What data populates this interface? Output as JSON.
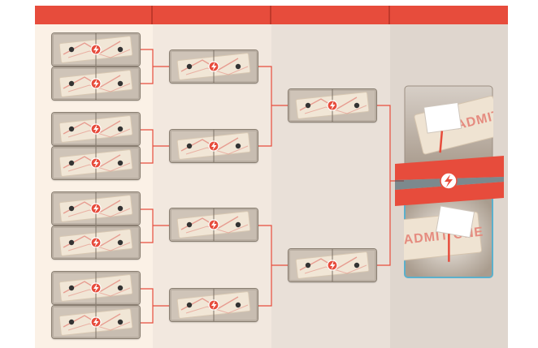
{
  "bracket": {
    "round_headers": [
      "",
      "",
      "",
      ""
    ],
    "rounds": [
      {
        "matchups": 8
      },
      {
        "matchups": 4
      },
      {
        "matchups": 2
      }
    ]
  },
  "final": {
    "top_ticket_text": "ADMIT ONE",
    "bottom_ticket_text": "ADMIT ONE",
    "vs_icon": "lightning-bolt-icon"
  },
  "colors": {
    "accent": "#e74c3c",
    "col1": "#fbf1e6",
    "col2": "#f2e8df",
    "col3": "#e9e0d8",
    "col4": "#dfd6ce",
    "final_border_bottom": "#5bb0cc",
    "connector": "#e74c3c"
  }
}
